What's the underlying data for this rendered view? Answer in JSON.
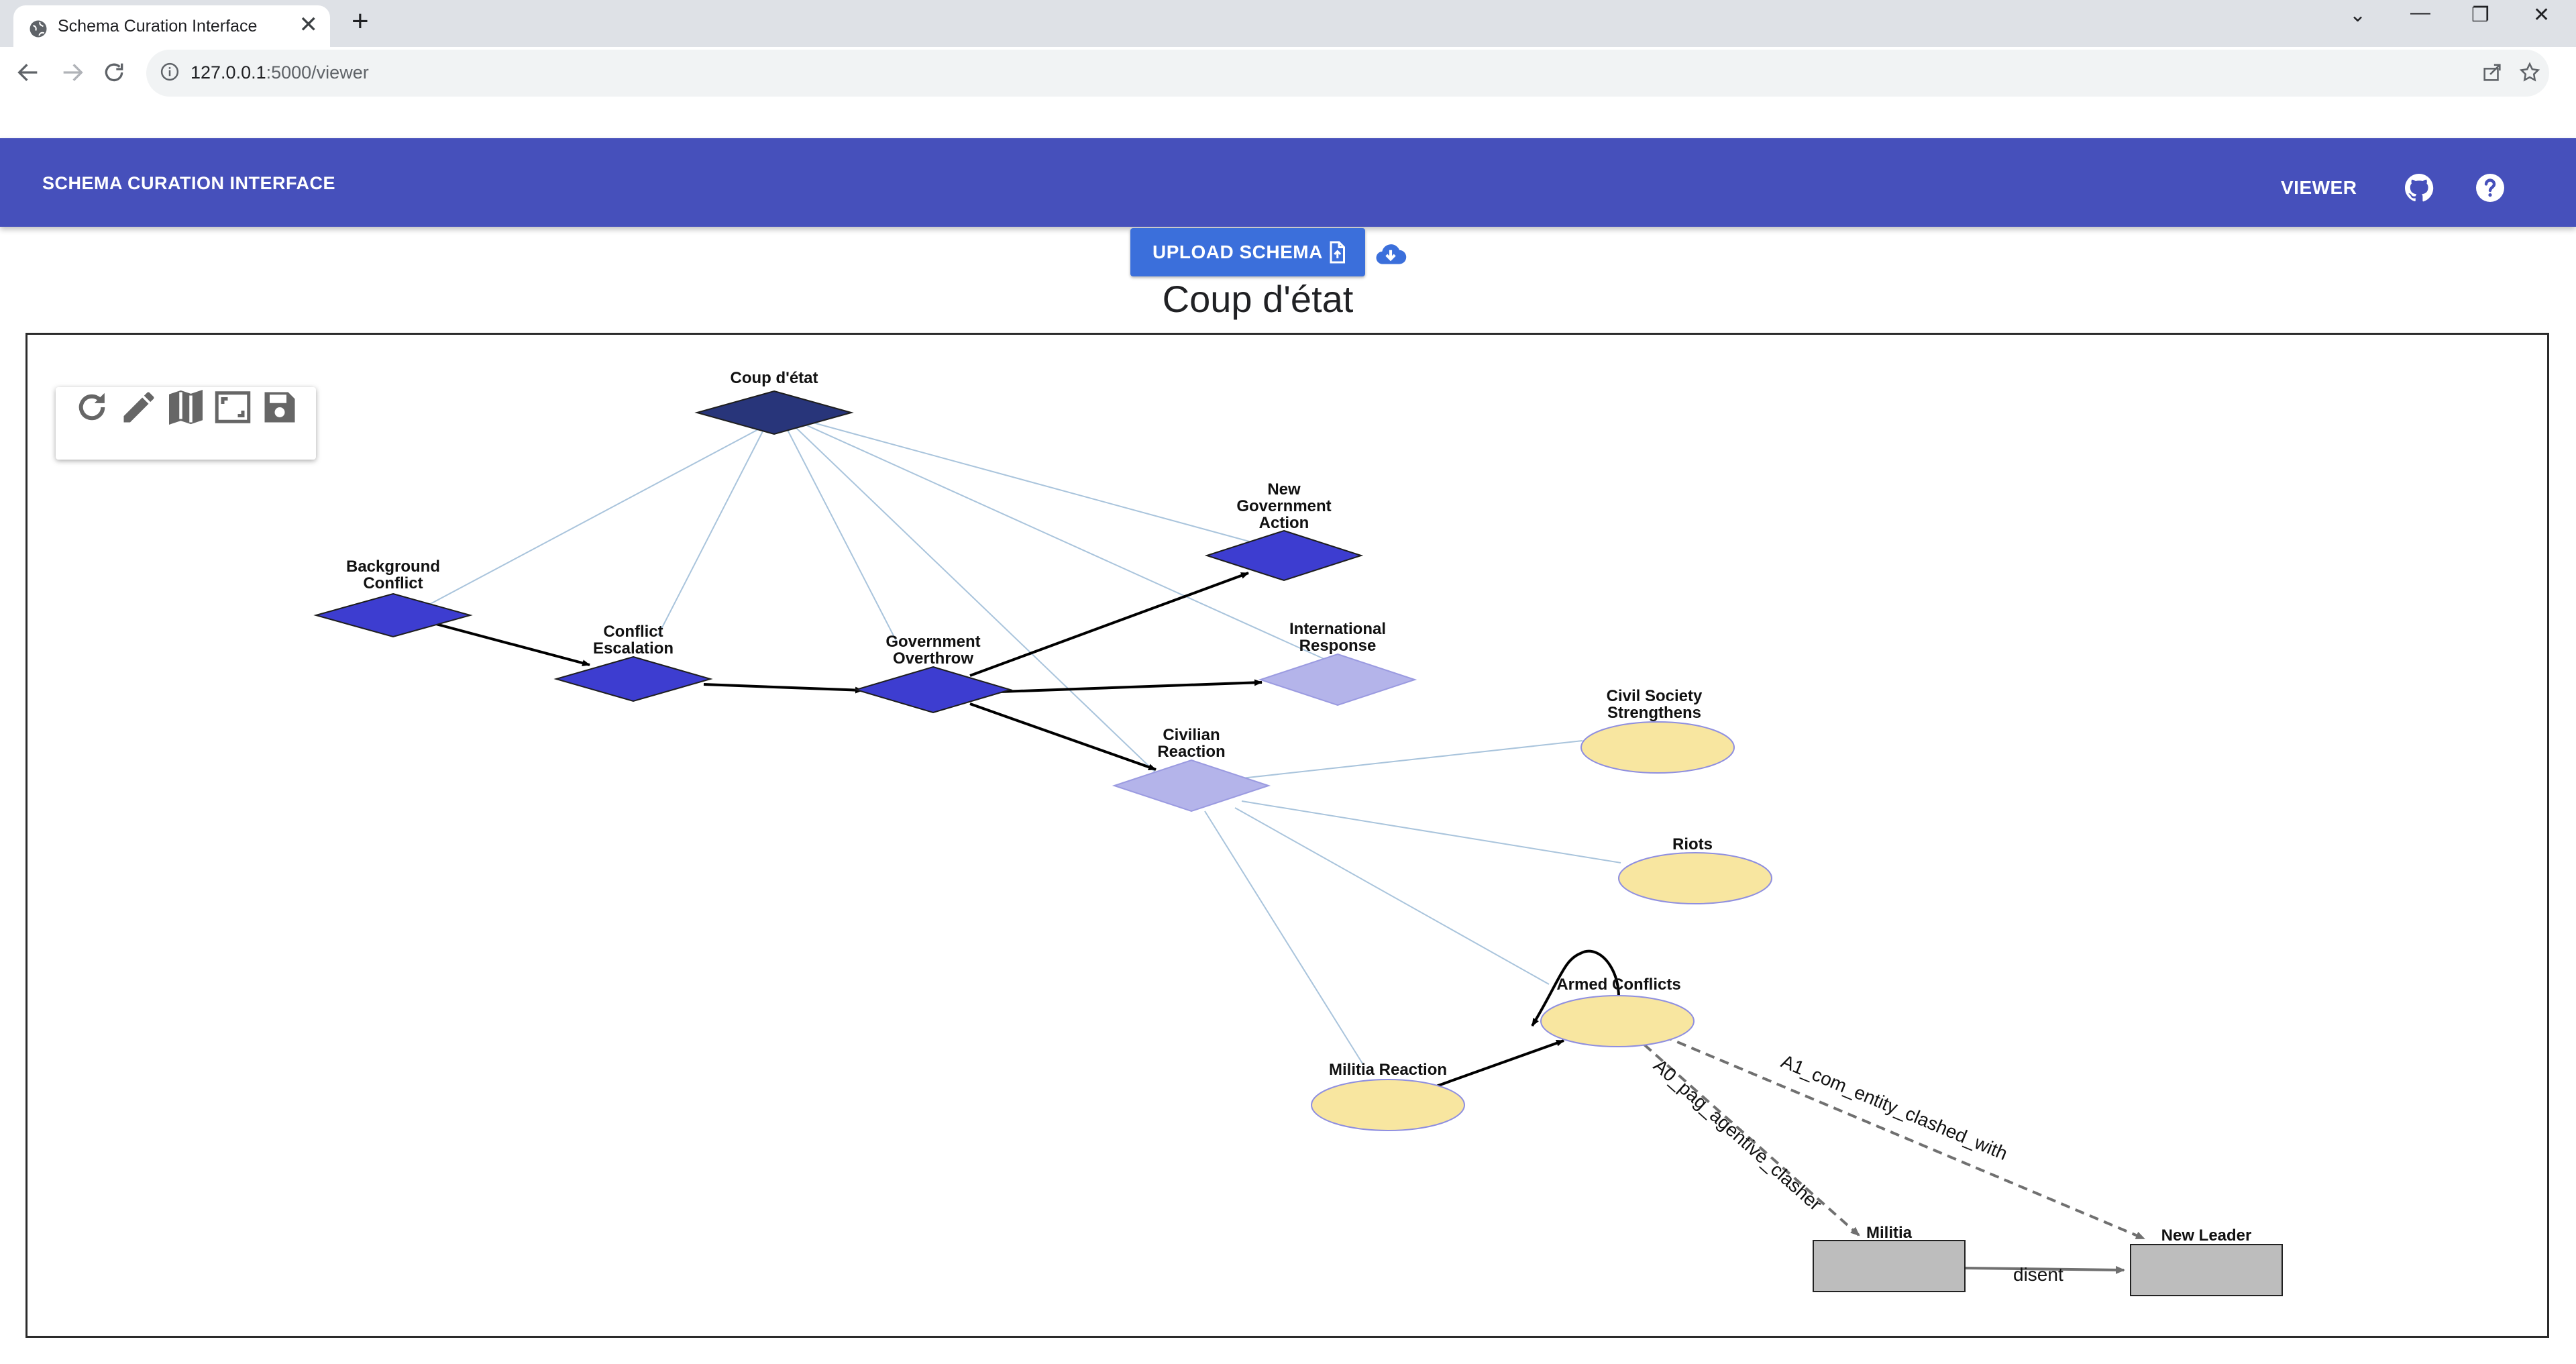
{
  "browser": {
    "tab_title": "Schema Curation Interface",
    "url_host": "127.0.0.1",
    "url_path": ":5000/viewer"
  },
  "appbar": {
    "title": "SCHEMA CURATION INTERFACE",
    "viewer": "VIEWER"
  },
  "upload": {
    "label": "UPLOAD SCHEMA"
  },
  "schema_title": "Coup d'état",
  "graph": {
    "nodes": [
      {
        "id": "coup",
        "lines": [
          "Coup d'état"
        ]
      },
      {
        "id": "background",
        "lines": [
          "Background",
          "Conflict"
        ]
      },
      {
        "id": "escalation",
        "lines": [
          "Conflict",
          "Escalation"
        ]
      },
      {
        "id": "overthrow",
        "lines": [
          "Government",
          "Overthrow"
        ]
      },
      {
        "id": "newgov",
        "lines": [
          "New",
          "Government",
          "Action"
        ]
      },
      {
        "id": "intl",
        "lines": [
          "International",
          "Response"
        ]
      },
      {
        "id": "civilian",
        "lines": [
          "Civilian",
          "Reaction"
        ]
      },
      {
        "id": "civilsociety",
        "lines": [
          "Civil Society",
          "Strengthens"
        ]
      },
      {
        "id": "riots",
        "lines": [
          "Riots"
        ]
      },
      {
        "id": "armed",
        "lines": [
          "Armed Conflicts"
        ]
      },
      {
        "id": "militiareact",
        "lines": [
          "Militia Reaction"
        ]
      },
      {
        "id": "militia",
        "lines": [
          "Militia"
        ]
      },
      {
        "id": "newleader",
        "lines": [
          "New Leader"
        ]
      }
    ],
    "edge_labels": {
      "a0": "A0_pag_agentive_clasher",
      "a1": "A1_com_entity_clashed_with",
      "disent": "disent"
    }
  },
  "colors": {
    "appbar": "#4650bb",
    "button": "#3b6fdb",
    "root_node": "#28357a",
    "event_node": "#3d3dd0",
    "faded_node": "#b4b4ea",
    "ellipse_node": "#f8e6a0",
    "entity_node": "#bdbdbd"
  },
  "icons": [
    "globe-icon",
    "close-icon",
    "plus-icon",
    "back-icon",
    "forward-icon",
    "reload-icon",
    "info-icon",
    "share-icon",
    "star-icon",
    "github-icon",
    "help-icon",
    "file-upload-icon",
    "cloud-download-icon",
    "refresh-icon",
    "pencil-icon",
    "map-icon",
    "fit-screen-icon",
    "save-icon"
  ]
}
